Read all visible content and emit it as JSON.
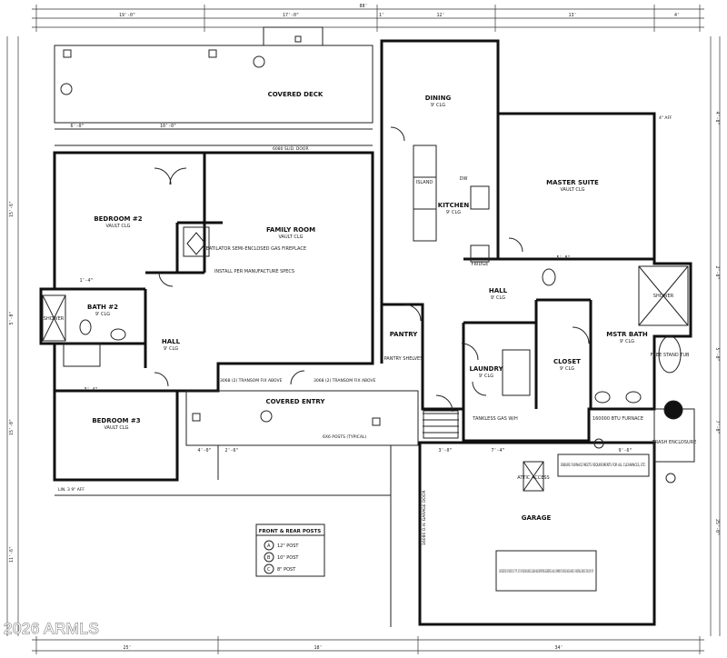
{
  "rooms": {
    "covered_deck": "COVERED DECK",
    "dining": "DINING",
    "dining_ceiling": "9' CLG",
    "bedroom2": "BEDROOM #2",
    "bedroom2_ceiling": "VAULT CLG",
    "family_room": "FAMILY ROOM",
    "family_room_ceiling": "VAULT CLG",
    "kitchen": "KITCHEN",
    "kitchen_ceiling": "9' CLG",
    "master_suite": "MASTER SUITE",
    "master_suite_ceiling": "VAULT CLG",
    "bath2": "BATH #2",
    "bath2_ceiling": "9' CLG",
    "hall_left": "HALL",
    "hall_left_ceiling": "9' CLG",
    "hall_center": "HALL",
    "hall_center_ceiling": "9' CLG",
    "pantry": "PANTRY",
    "laundry": "LAUNDRY",
    "laundry_ceiling": "9' CLG",
    "closet": "CLOSET",
    "closet_ceiling": "9' CLG",
    "master_bath": "MSTR BATH",
    "master_bath_ceiling": "9' CLG",
    "shower_master": "SHOWER",
    "shower_bath2": "SHOWER",
    "bedroom3": "BEDROOM #3",
    "bedroom3_ceiling": "VAULT CLG",
    "covered_entry": "COVERED ENTRY",
    "garage": "GARAGE",
    "trash_enclosure": "TRASH ENCLOSURE",
    "free_stand_tub": "FREE STAND TUB",
    "attic_access": "ATTIC ACCESS"
  },
  "fixtures": {
    "island": "ISLAND",
    "fridge": "FRIDGE",
    "dw": "DW",
    "tankless": "TANKLESS GAS W/H",
    "furnace": "160000 BTU FURNACE",
    "fireplace": "HEATILATOR SEMI-ENCLOSED GAS FIREPLACE",
    "install_per": "INSTALL PER MANUFACTURE SPECS",
    "pantry_shelves": "PANTRY SHELVES"
  },
  "notes": {
    "furnace_note": "ENSURE FURNACE MEETS REQUIREMENTS FOR ALL CLEARANCES, ETC.",
    "garage_note": "5/8 RESISTIVE GYP BD OR 1/2\" TYP; 1/2\" GYP BD ON GARAGE CEILING AND SUPPORTING ELEMENTS & WALL COMMON TO HOUSE AND GARAGE. IF HABITABLE ABOVE, THEN 5/8\" GYP",
    "transom_left": "3068 (2) TRANSOM FIX ABOVE",
    "transom_right": "3068 (2) TRANSOM FIX ABOVE",
    "sliding_door": "6080 SLID. DOOR",
    "post_note": "6X6 POSTS (TYPICAL)",
    "garage_door": "16080 O.H. GARAGE DOOR",
    "lin_note": "LIN. 3 9\" AFF",
    "aff_note": "4\" AFF"
  },
  "legend": {
    "title": "FRONT & REAR POSTS",
    "items": [
      "12\" POST",
      "10\" POST",
      "8\" POST"
    ],
    "keys": [
      "A",
      "B",
      "C"
    ]
  },
  "dimensions": {
    "top_overall": "88'",
    "top_segments": [
      "19'-0\"",
      "17'-0\"",
      "1'",
      "12'",
      "13'",
      "4'"
    ],
    "right_side": [
      "4'-8\"",
      "2'-8\"",
      "5'-0\"",
      "7'-0\"",
      "25'-0\""
    ],
    "left_side": [
      "15'-6\"",
      "5'-0\"",
      "15'-0\"",
      "11'-6\""
    ],
    "bottom_segments": [
      "25'",
      "18'",
      "34'"
    ],
    "interior": [
      "6'-0\"",
      "10'-0\"",
      "4'-0\"",
      "2'-6\"",
      "3'-0\"",
      "7'-4\"",
      "9'-6\"",
      "3'-4\"",
      "1'-4\"",
      "5'-8\""
    ]
  },
  "watermark": "2026 ARMLS"
}
